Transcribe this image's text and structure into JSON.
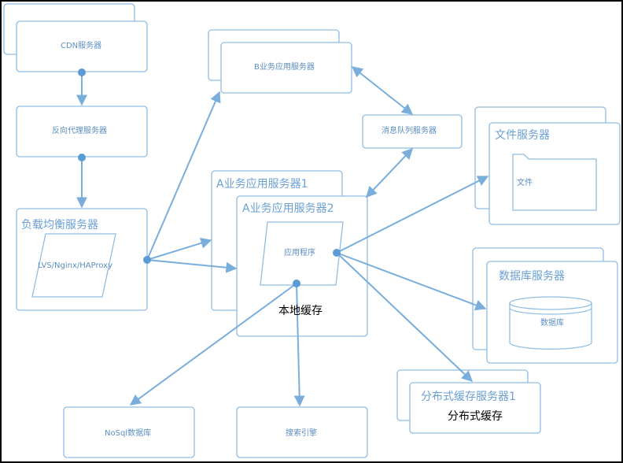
{
  "colors": {
    "stroke": "#79aedc",
    "text": "#5b8ec2",
    "border": "#000000",
    "fill": "#ffffff"
  },
  "nodes": {
    "cdn": "CDN服务器",
    "reverse_proxy": "反向代理服务器",
    "load_balancer": "负载均衡服务器",
    "load_balancer_inner": "LVS/Nginx/HAProxy",
    "app_b": "B业务应用服务器",
    "message_queue": "消息队列服务器",
    "app_a1": "A业务应用服务器1",
    "app_a2": "A业务应用服务器2",
    "app_program": "应用程序",
    "local_cache": "本地缓存",
    "file_server": "文件服务器",
    "file": "文件",
    "db_server": "数据库服务器",
    "db": "数据库",
    "dist_cache_server": "分布式缓存服务器1",
    "dist_cache": "分布式缓存",
    "nosql": "NoSql数据库",
    "search": "搜索引擎"
  }
}
